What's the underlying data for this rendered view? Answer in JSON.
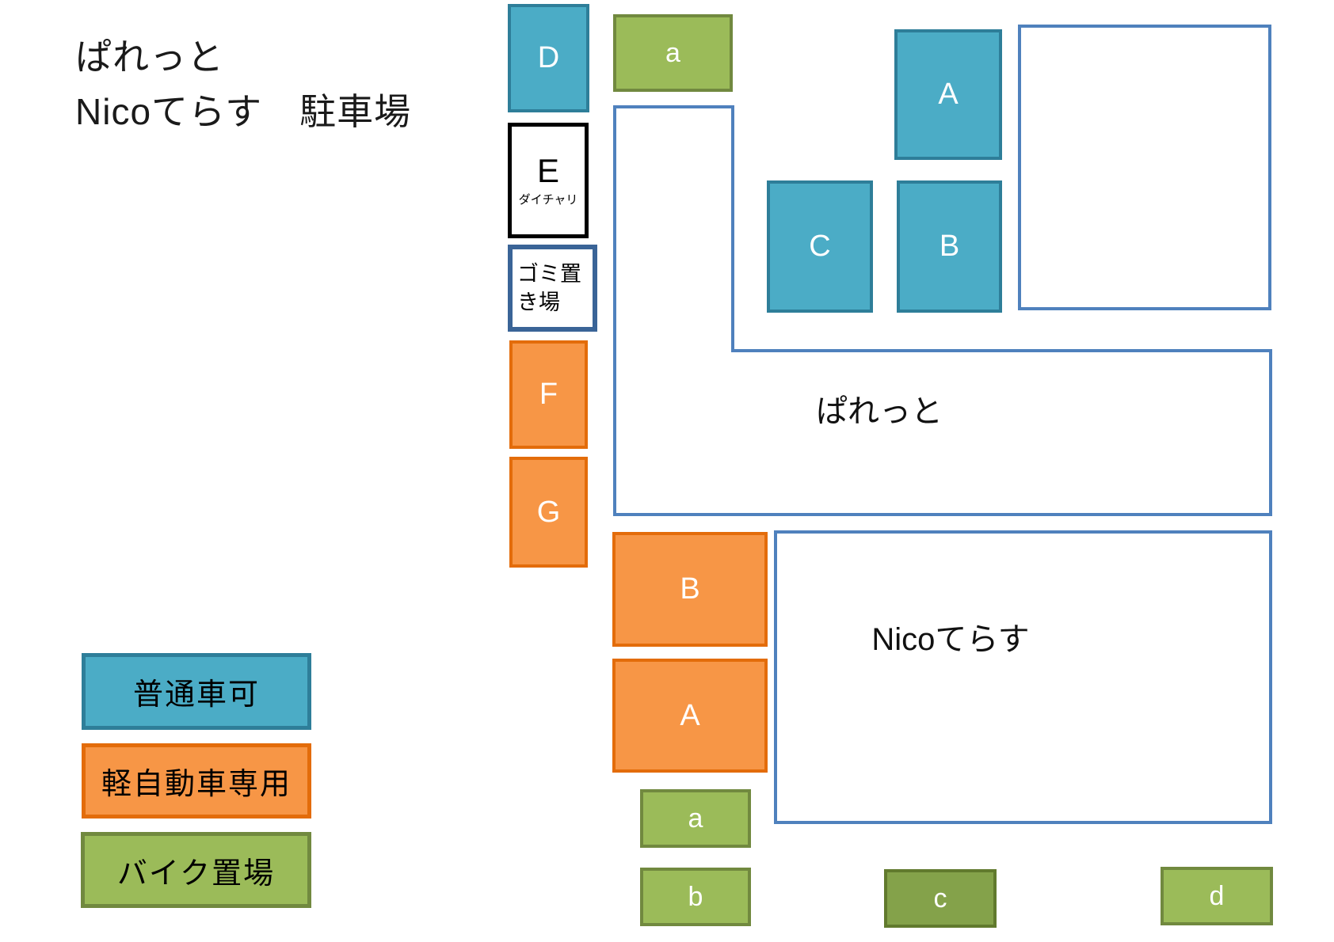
{
  "title": {
    "line1": "ぱれっと",
    "line2": "Nicoてらす　駐車場"
  },
  "buildings": {
    "palette": {
      "label": "ぱれっと"
    },
    "nico": {
      "label": "Nicoてらす"
    },
    "outline_color": "#4F81BD"
  },
  "spots": {
    "d_regular": {
      "label": "D"
    },
    "a_bike_top": {
      "label": "a"
    },
    "e_share": {
      "label": "E",
      "sublabel": "ダイチャリ"
    },
    "garbage": {
      "label": "ゴミ置き場"
    },
    "f_kei": {
      "label": "F"
    },
    "g_kei": {
      "label": "G"
    },
    "a_regular": {
      "label": "A"
    },
    "b_regular": {
      "label": "B"
    },
    "c_regular": {
      "label": "C"
    },
    "b_kei": {
      "label": "B"
    },
    "a_kei": {
      "label": "A"
    },
    "a_bike": {
      "label": "a"
    },
    "b_bike": {
      "label": "b"
    },
    "c_bike": {
      "label": "c"
    },
    "d_bike": {
      "label": "d"
    }
  },
  "legend": {
    "items": [
      {
        "label": "普通車可",
        "type": "regular",
        "fill": "#4BACC6",
        "border": "#2E7E99"
      },
      {
        "label": "軽自動車専用",
        "type": "kei",
        "fill": "#F79646",
        "border": "#E36C0A"
      },
      {
        "label": "バイク置場",
        "type": "bike",
        "fill": "#9BBB59",
        "border": "#71893F"
      }
    ]
  },
  "colors": {
    "regular_fill": "#4BACC6",
    "regular_border": "#2E7E99",
    "kei_fill": "#F79646",
    "kei_border": "#E36C0A",
    "bike_fill": "#9BBB59",
    "bike_border": "#71893F",
    "bike_dark_fill": "#84A24A",
    "bike_dark_border": "#617A2E",
    "building_outline": "#4F81BD",
    "garbage_border": "#3A6497",
    "share_border": "#000000"
  }
}
